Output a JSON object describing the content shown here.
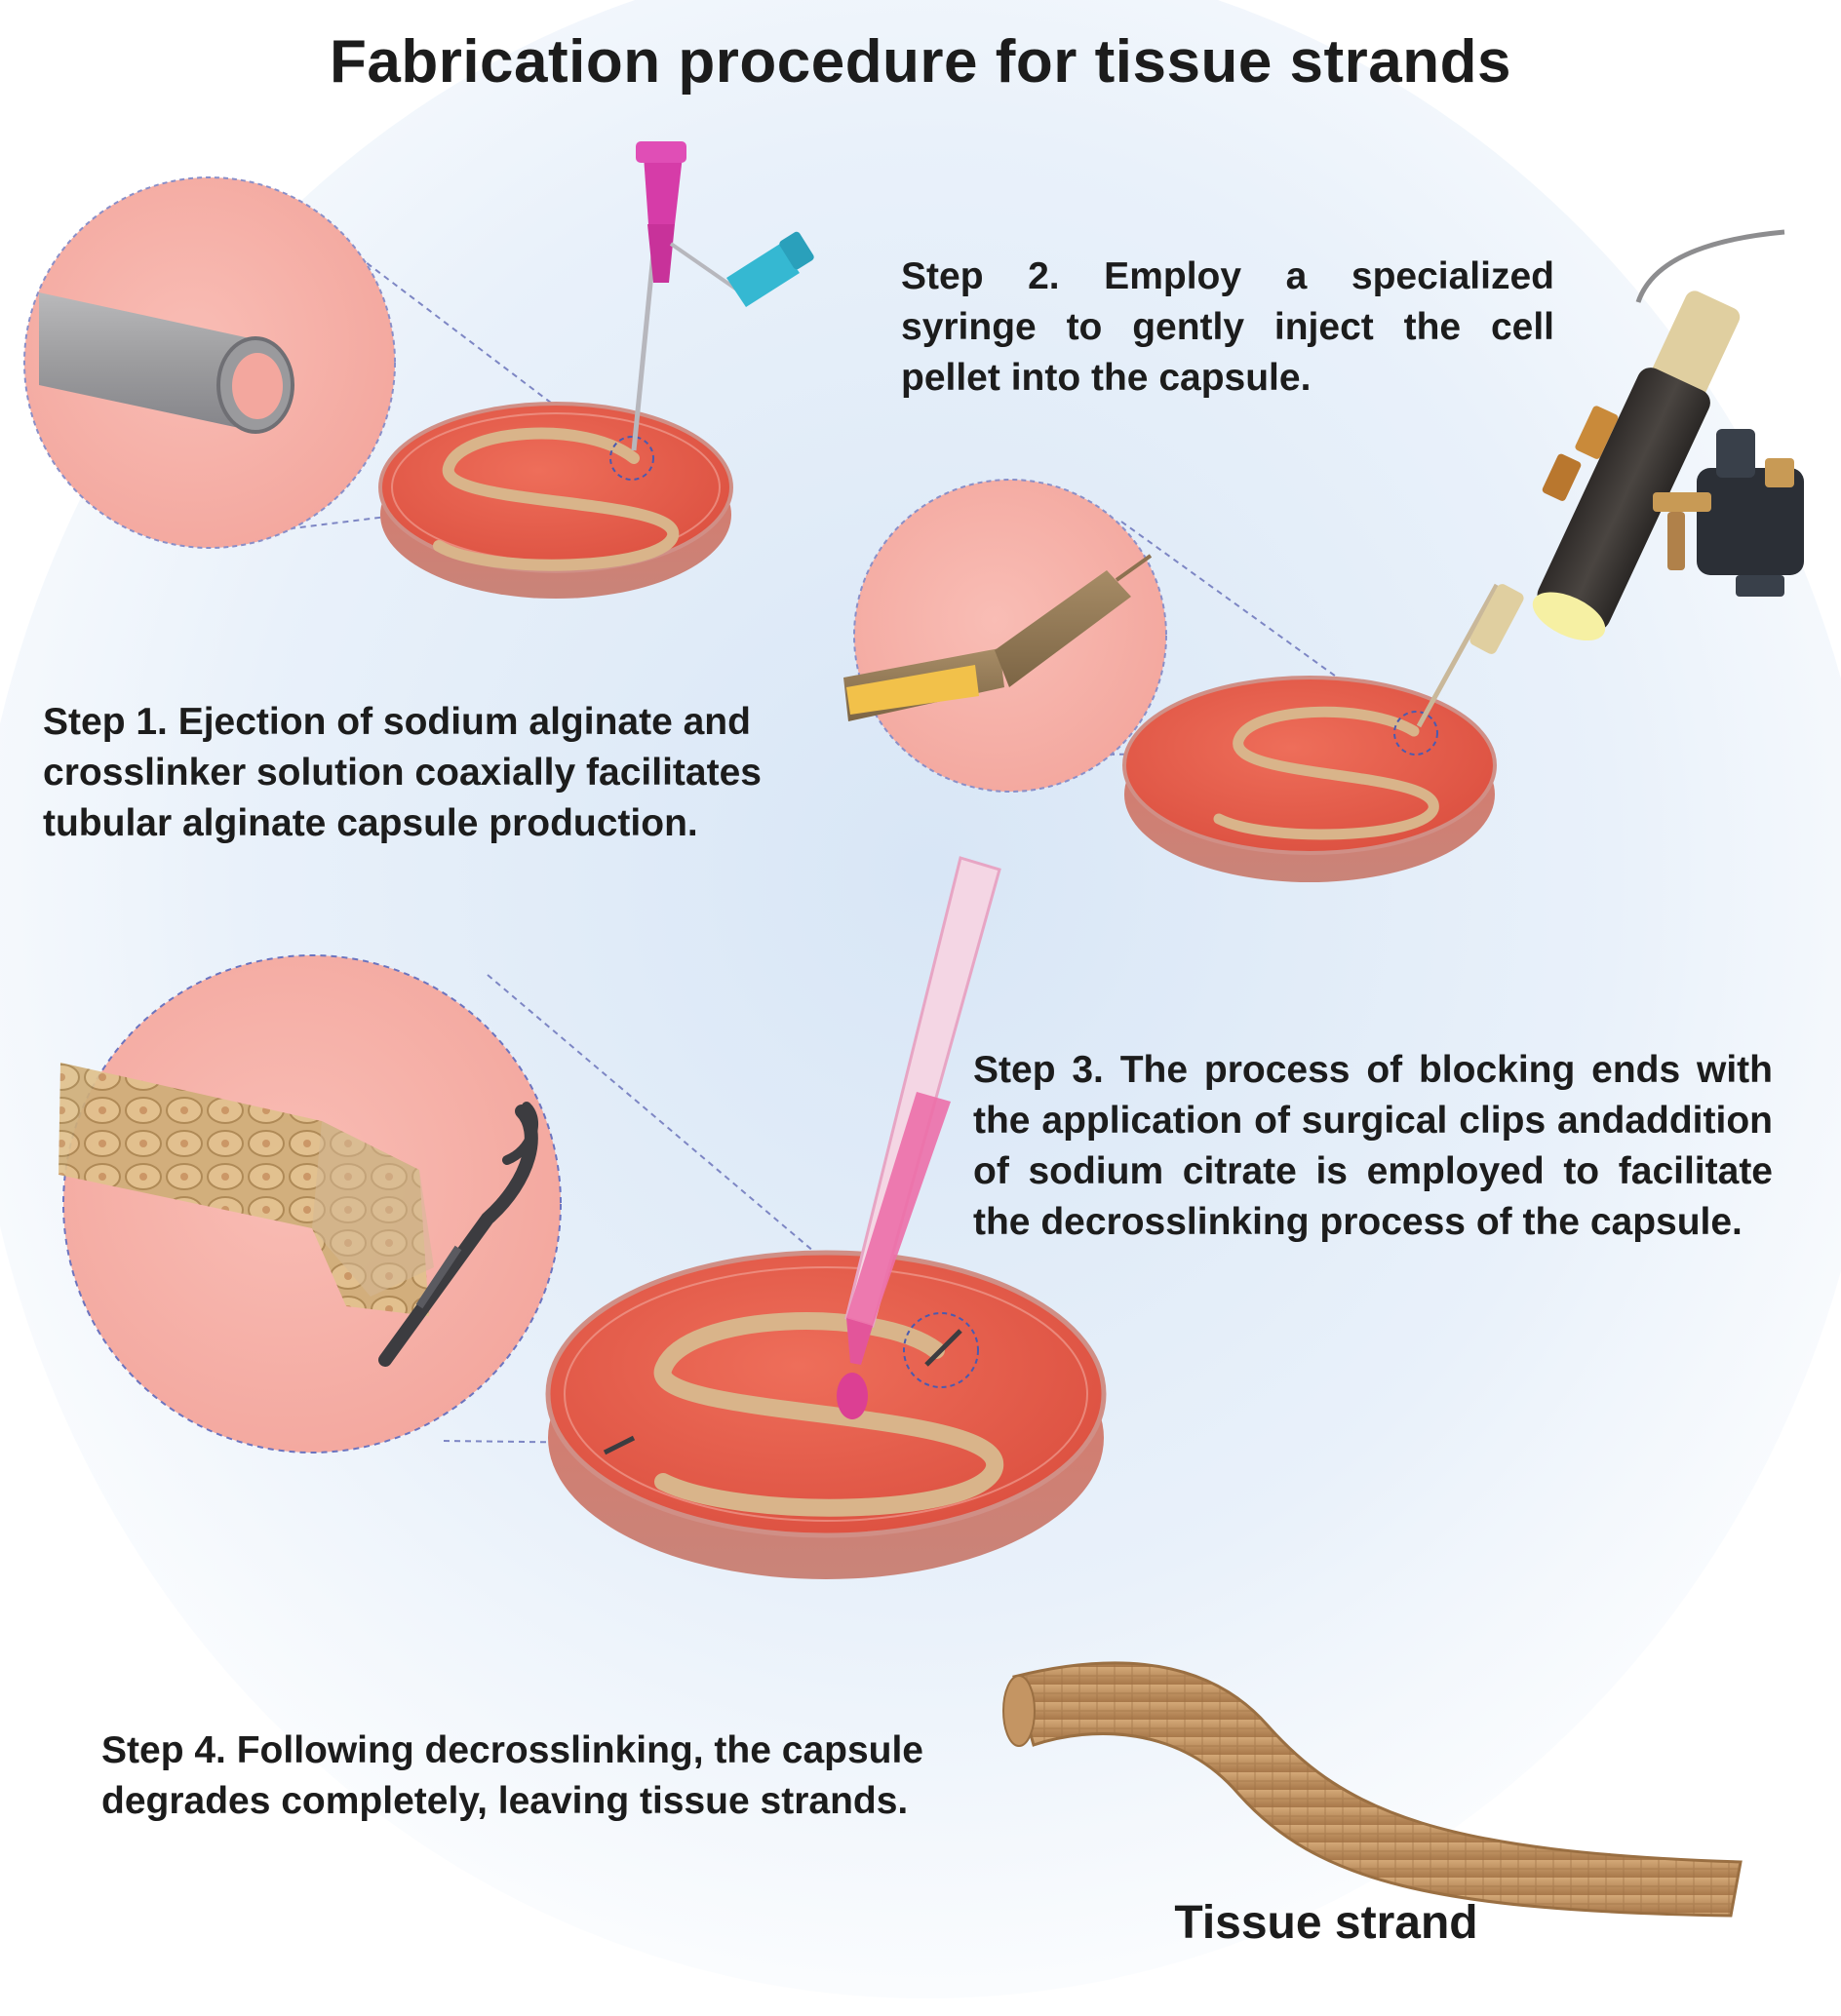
{
  "title": "Fabrication procedure for tissue strands",
  "steps": [
    {
      "id": 1,
      "text": "Step 1.  Ejection of sodium alginate and crosslinker solution coaxially facilitates tubular alginate capsule production."
    },
    {
      "id": 2,
      "text": "Step 2.  Employ a specialized syringe to gently inject the cell pellet into the capsule."
    },
    {
      "id": 3,
      "text": "Step 3.  The process of blocking ends with the application of surgical clips andaddition of sodium citrate is employed to facilitate the decrosslinking process of the capsule."
    },
    {
      "id": 4,
      "text": "Step 4.  Following decrosslinking, the capsule degrades completely, leaving tissue strands."
    }
  ],
  "strand_label": "Tissue strand",
  "colors": {
    "dish_medium": "#e55a4a",
    "dish_rim": "#cf8478",
    "zoom_fill": "#f7b3ab",
    "capsule": "#d9b48a",
    "needle_magenta": "#d63ca8",
    "hub_cyan": "#35b8d2",
    "syringe_body": "#3d3936",
    "syringe_cap": "#e0cfa0",
    "pipette_pink": "#ec6fa8",
    "tissue": "#b88a55",
    "guide_line": "#4a5ab0"
  }
}
